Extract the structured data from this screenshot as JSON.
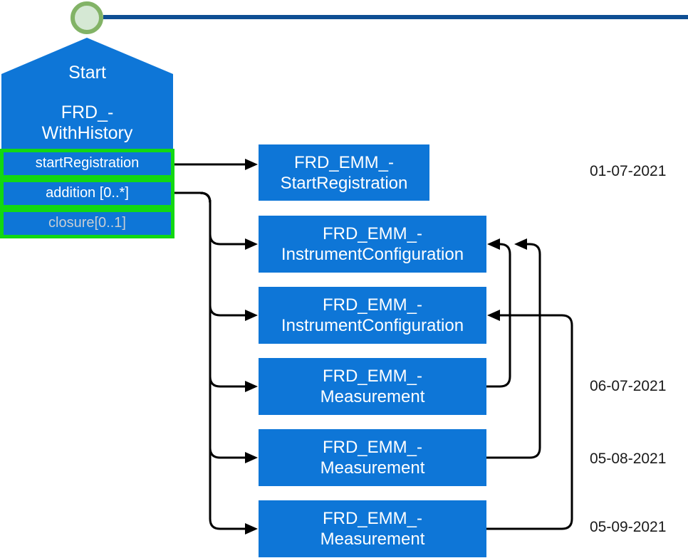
{
  "diagram": {
    "start_node": {
      "title": "Start",
      "type_line1": "FRD_-",
      "type_line2": "WithHistory",
      "attributes": [
        {
          "label": "startRegistration"
        },
        {
          "label": "addition [0..*]"
        },
        {
          "label": "closure[0..1]"
        }
      ]
    },
    "event_boxes": [
      {
        "line1": "FRD_EMM_-",
        "line2": "StartRegistration"
      },
      {
        "line1": "FRD_EMM_-",
        "line2": "InstrumentConfiguration"
      },
      {
        "line1": "FRD_EMM_-",
        "line2": "InstrumentConfiguration"
      },
      {
        "line1": "FRD_EMM_-",
        "line2": "Measurement"
      },
      {
        "line1": "FRD_EMM_-",
        "line2": "Measurement"
      },
      {
        "line1": "FRD_EMM_-",
        "line2": "Measurement"
      }
    ],
    "dates": [
      "01-07-2021",
      "06-07-2021",
      "05-08-2021",
      "05-09-2021"
    ],
    "colors": {
      "node_blue": "#0e76d7",
      "highlight_green": "#12d812",
      "timeline_blue": "#0e4e93",
      "marker_green_stroke": "#82b366",
      "marker_green_fill": "#d5e8d4",
      "muted_text": "#c7cdd4",
      "connector_black": "#000000"
    }
  }
}
